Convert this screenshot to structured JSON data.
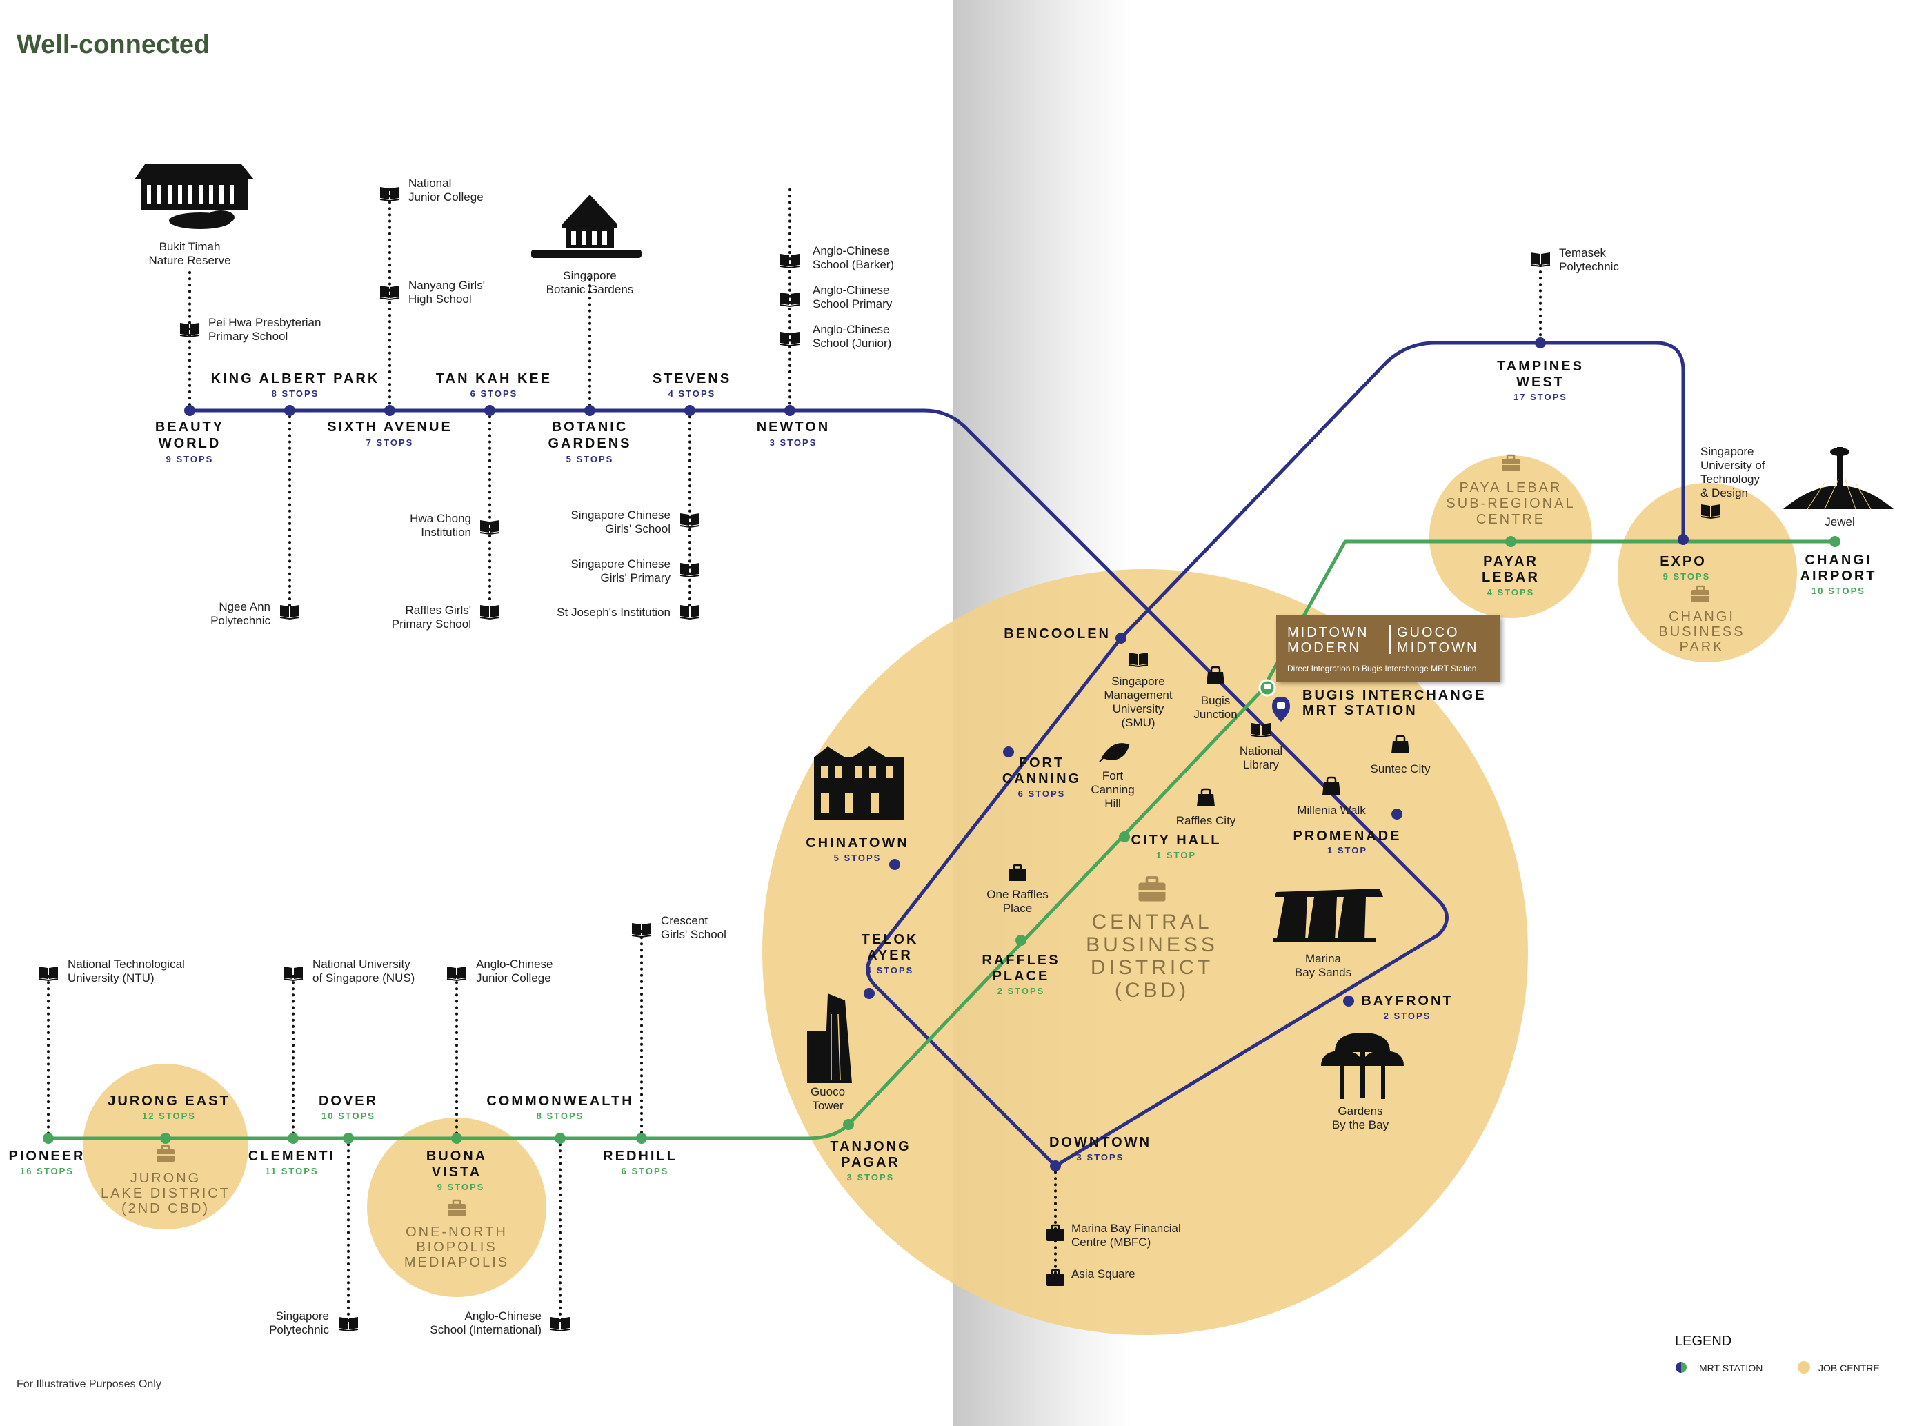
{
  "header": {
    "title": "Well-connected"
  },
  "footer": {
    "disclaimer": "For Illustrative Purposes Only"
  },
  "colors": {
    "line_blue": "#2b2f86",
    "line_green": "#47a65a",
    "job_centre": "#f2d28a",
    "job_centre_text": "#8a7445",
    "badge": "#8a6a3c"
  },
  "stations": {
    "beauty_world": {
      "name": [
        "BEAUTY",
        "WORLD"
      ],
      "stops": "9 STOPS"
    },
    "king_albert_park": {
      "name": [
        "KING ALBERT PARK"
      ],
      "stops": "8 STOPS"
    },
    "sixth_avenue": {
      "name": [
        "SIXTH AVENUE"
      ],
      "stops": "7 STOPS"
    },
    "tan_kah_kee": {
      "name": [
        "TAN KAH KEE"
      ],
      "stops": "6 STOPS"
    },
    "botanic_gardens": {
      "name": [
        "BOTANIC",
        "GARDENS"
      ],
      "stops": "5 STOPS"
    },
    "stevens": {
      "name": [
        "STEVENS"
      ],
      "stops": "4 STOPS"
    },
    "newton": {
      "name": [
        "NEWTON"
      ],
      "stops": "3 STOPS"
    },
    "tampines_west": {
      "name": [
        "TAMPINES",
        "WEST"
      ],
      "stops": "17 STOPS"
    },
    "paya_lebar": {
      "name": [
        "PAYAR",
        "LEBAR"
      ],
      "stops": "4 STOPS"
    },
    "expo": {
      "name": [
        "EXPO"
      ],
      "stops": "9 STOPS"
    },
    "changi_airport": {
      "name": [
        "CHANGI",
        "AIRPORT"
      ],
      "stops": "10 STOPS"
    },
    "bencoolen": {
      "name": [
        "BENCOOLEN"
      ],
      "stops": ""
    },
    "bugis": {
      "name": [
        "BUGIS INTERCHANGE",
        "MRT STATION"
      ],
      "stops": ""
    },
    "fort_canning": {
      "name": [
        "FORT",
        "CANNING"
      ],
      "stops": "6 STOPS"
    },
    "chinatown": {
      "name": [
        "CHINATOWN"
      ],
      "stops": "5 STOPS"
    },
    "city_hall": {
      "name": [
        "CITY HALL"
      ],
      "stops": "1 STOP"
    },
    "promenade": {
      "name": [
        "PROMENADE"
      ],
      "stops": "1 STOP"
    },
    "telok_ayer": {
      "name": [
        "TELOK",
        "AYER"
      ],
      "stops": "4 STOPS"
    },
    "raffles_place": {
      "name": [
        "RAFFLES",
        "PLACE"
      ],
      "stops": "2 STOPS"
    },
    "bayfront": {
      "name": [
        "BAYFRONT"
      ],
      "stops": "2 STOPS"
    },
    "downtown": {
      "name": [
        "DOWNTOWN"
      ],
      "stops": "3 STOPS"
    },
    "tanjong_pagar": {
      "name": [
        "TANJONG",
        "PAGAR"
      ],
      "stops": "3 STOPS"
    },
    "pioneer": {
      "name": [
        "PIONEER"
      ],
      "stops": "16 STOPS"
    },
    "jurong_east": {
      "name": [
        "JURONG EAST"
      ],
      "stops": "12 STOPS"
    },
    "clementi": {
      "name": [
        "CLEMENTI"
      ],
      "stops": "11 STOPS"
    },
    "dover": {
      "name": [
        "DOVER"
      ],
      "stops": "10 STOPS"
    },
    "buona_vista": {
      "name": [
        "BUONA",
        "VISTA"
      ],
      "stops": "9 STOPS"
    },
    "commonwealth": {
      "name": [
        "COMMONWEALTH"
      ],
      "stops": "8 STOPS"
    },
    "redhill": {
      "name": [
        "REDHILL"
      ],
      "stops": "6 STOPS"
    }
  },
  "job_centres": {
    "paya_lebar": [
      "PAYA LEBAR",
      "SUB-REGIONAL",
      "CENTRE"
    ],
    "changi": [
      "CHANGI",
      "BUSINESS",
      "PARK"
    ],
    "jurong": [
      "JURONG",
      "LAKE DISTRICT",
      "(2ND CBD)"
    ],
    "one_north": [
      "ONE-NORTH",
      "BIOPOLIS",
      "MEDIAPOLIS"
    ],
    "cbd": [
      "CENTRAL",
      "BUSINESS",
      "DISTRICT",
      "(CBD)"
    ]
  },
  "landmarks": {
    "bukit_timah": [
      "Bukit Timah",
      "Nature Reserve"
    ],
    "pei_hwa": [
      "Pei Hwa Presbyterian",
      "Primary School"
    ],
    "njc": [
      "National",
      "Junior College"
    ],
    "nanyang": [
      "Nanyang Girls'",
      "High School"
    ],
    "botanic": [
      "Singapore",
      "Botanic Gardens"
    ],
    "acs_barker": [
      "Anglo-Chinese",
      "School (Barker)"
    ],
    "acs_primary": [
      "Anglo-Chinese",
      "School Primary"
    ],
    "acs_junior": [
      "Anglo-Chinese",
      "School (Junior)"
    ],
    "hwa_chong": [
      "Hwa Chong",
      "Institution"
    ],
    "raffles_girls": [
      "Raffles Girls'",
      "Primary School"
    ],
    "ngee_ann": [
      "Ngee Ann",
      "Polytechnic"
    ],
    "scgs": [
      "Singapore Chinese",
      "Girls' School"
    ],
    "scgp": [
      "Singapore Chinese",
      "Girls' Primary"
    ],
    "sji": [
      "St Joseph's Institution"
    ],
    "temasek": [
      "Temasek",
      "Polytechnic"
    ],
    "sutd": [
      "Singapore",
      "University of",
      "Technology",
      "& Design"
    ],
    "jewel": [
      "Jewel"
    ],
    "smu": [
      "Singapore",
      "Management",
      "University",
      "(SMU)"
    ],
    "bugis_junction": [
      "Bugis",
      "Junction"
    ],
    "national_library": [
      "National",
      "Library"
    ],
    "suntec": [
      "Suntec City"
    ],
    "fort_canning_hill": [
      "Fort",
      "Canning",
      "Hill"
    ],
    "raffles_city": [
      "Raffles City"
    ],
    "millenia": [
      "Millenia Walk"
    ],
    "one_raffles": [
      "One Raffles",
      "Place"
    ],
    "mbs": [
      "Marina",
      "Bay Sands"
    ],
    "gardens": [
      "Gardens",
      "By the Bay"
    ],
    "guoco_tower": [
      "Guoco",
      "Tower"
    ],
    "mbfc": [
      "Marina Bay Financial",
      "Centre (MBFC)"
    ],
    "asia_square": [
      "Asia Square"
    ],
    "crescent": [
      "Crescent",
      "Girls' School"
    ],
    "ntu": [
      "National Technological",
      "University (NTU)"
    ],
    "nus": [
      "National University",
      "of Singapore (NUS)"
    ],
    "acjc": [
      "Anglo-Chinese",
      "Junior College"
    ],
    "sp": [
      "Singapore",
      "Polytechnic"
    ],
    "acs_intl": [
      "Anglo-Chinese",
      "School (International)"
    ]
  },
  "badge": {
    "left": "MIDTOWN MODERN",
    "right": "GUOCO MIDTOWN",
    "sub": "Direct Integration to Bugis Interchange MRT Station"
  },
  "legend": {
    "title": "LEGEND",
    "mrt": "MRT STATION",
    "job": "JOB CENTRE"
  }
}
